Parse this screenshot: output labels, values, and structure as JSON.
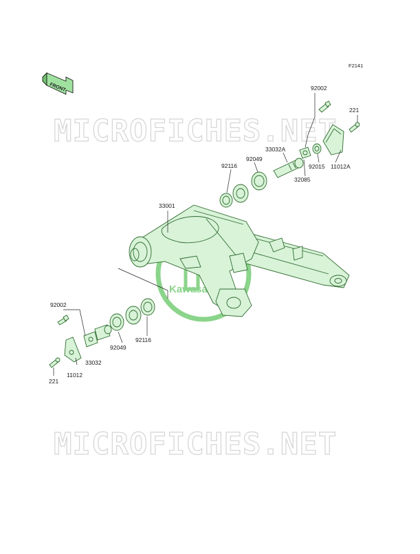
{
  "diagram": {
    "code": "F2141",
    "front_label": "FRONT",
    "watermark_text": "MICROFICHES.NET",
    "brand_text": "Kawasaki",
    "colors": {
      "part_fill": "#d8f3d8",
      "part_stroke": "#2f6b2f",
      "logo_green": "#8bd48b",
      "watermark_outline": "#d4d4d4"
    },
    "labels": {
      "upper_92002": "92002",
      "upper_221": "221",
      "upper_33032A": "33032A",
      "upper_92049": "92049",
      "upper_92116": "92116",
      "upper_11012A": "11012A",
      "upper_92015": "92015",
      "upper_32085": "32085",
      "swingarm_33001": "33001",
      "lower_92002": "92002",
      "lower_92049": "92049",
      "lower_92116": "92116",
      "lower_33032": "33032",
      "lower_11012": "11012",
      "lower_221": "221"
    }
  }
}
